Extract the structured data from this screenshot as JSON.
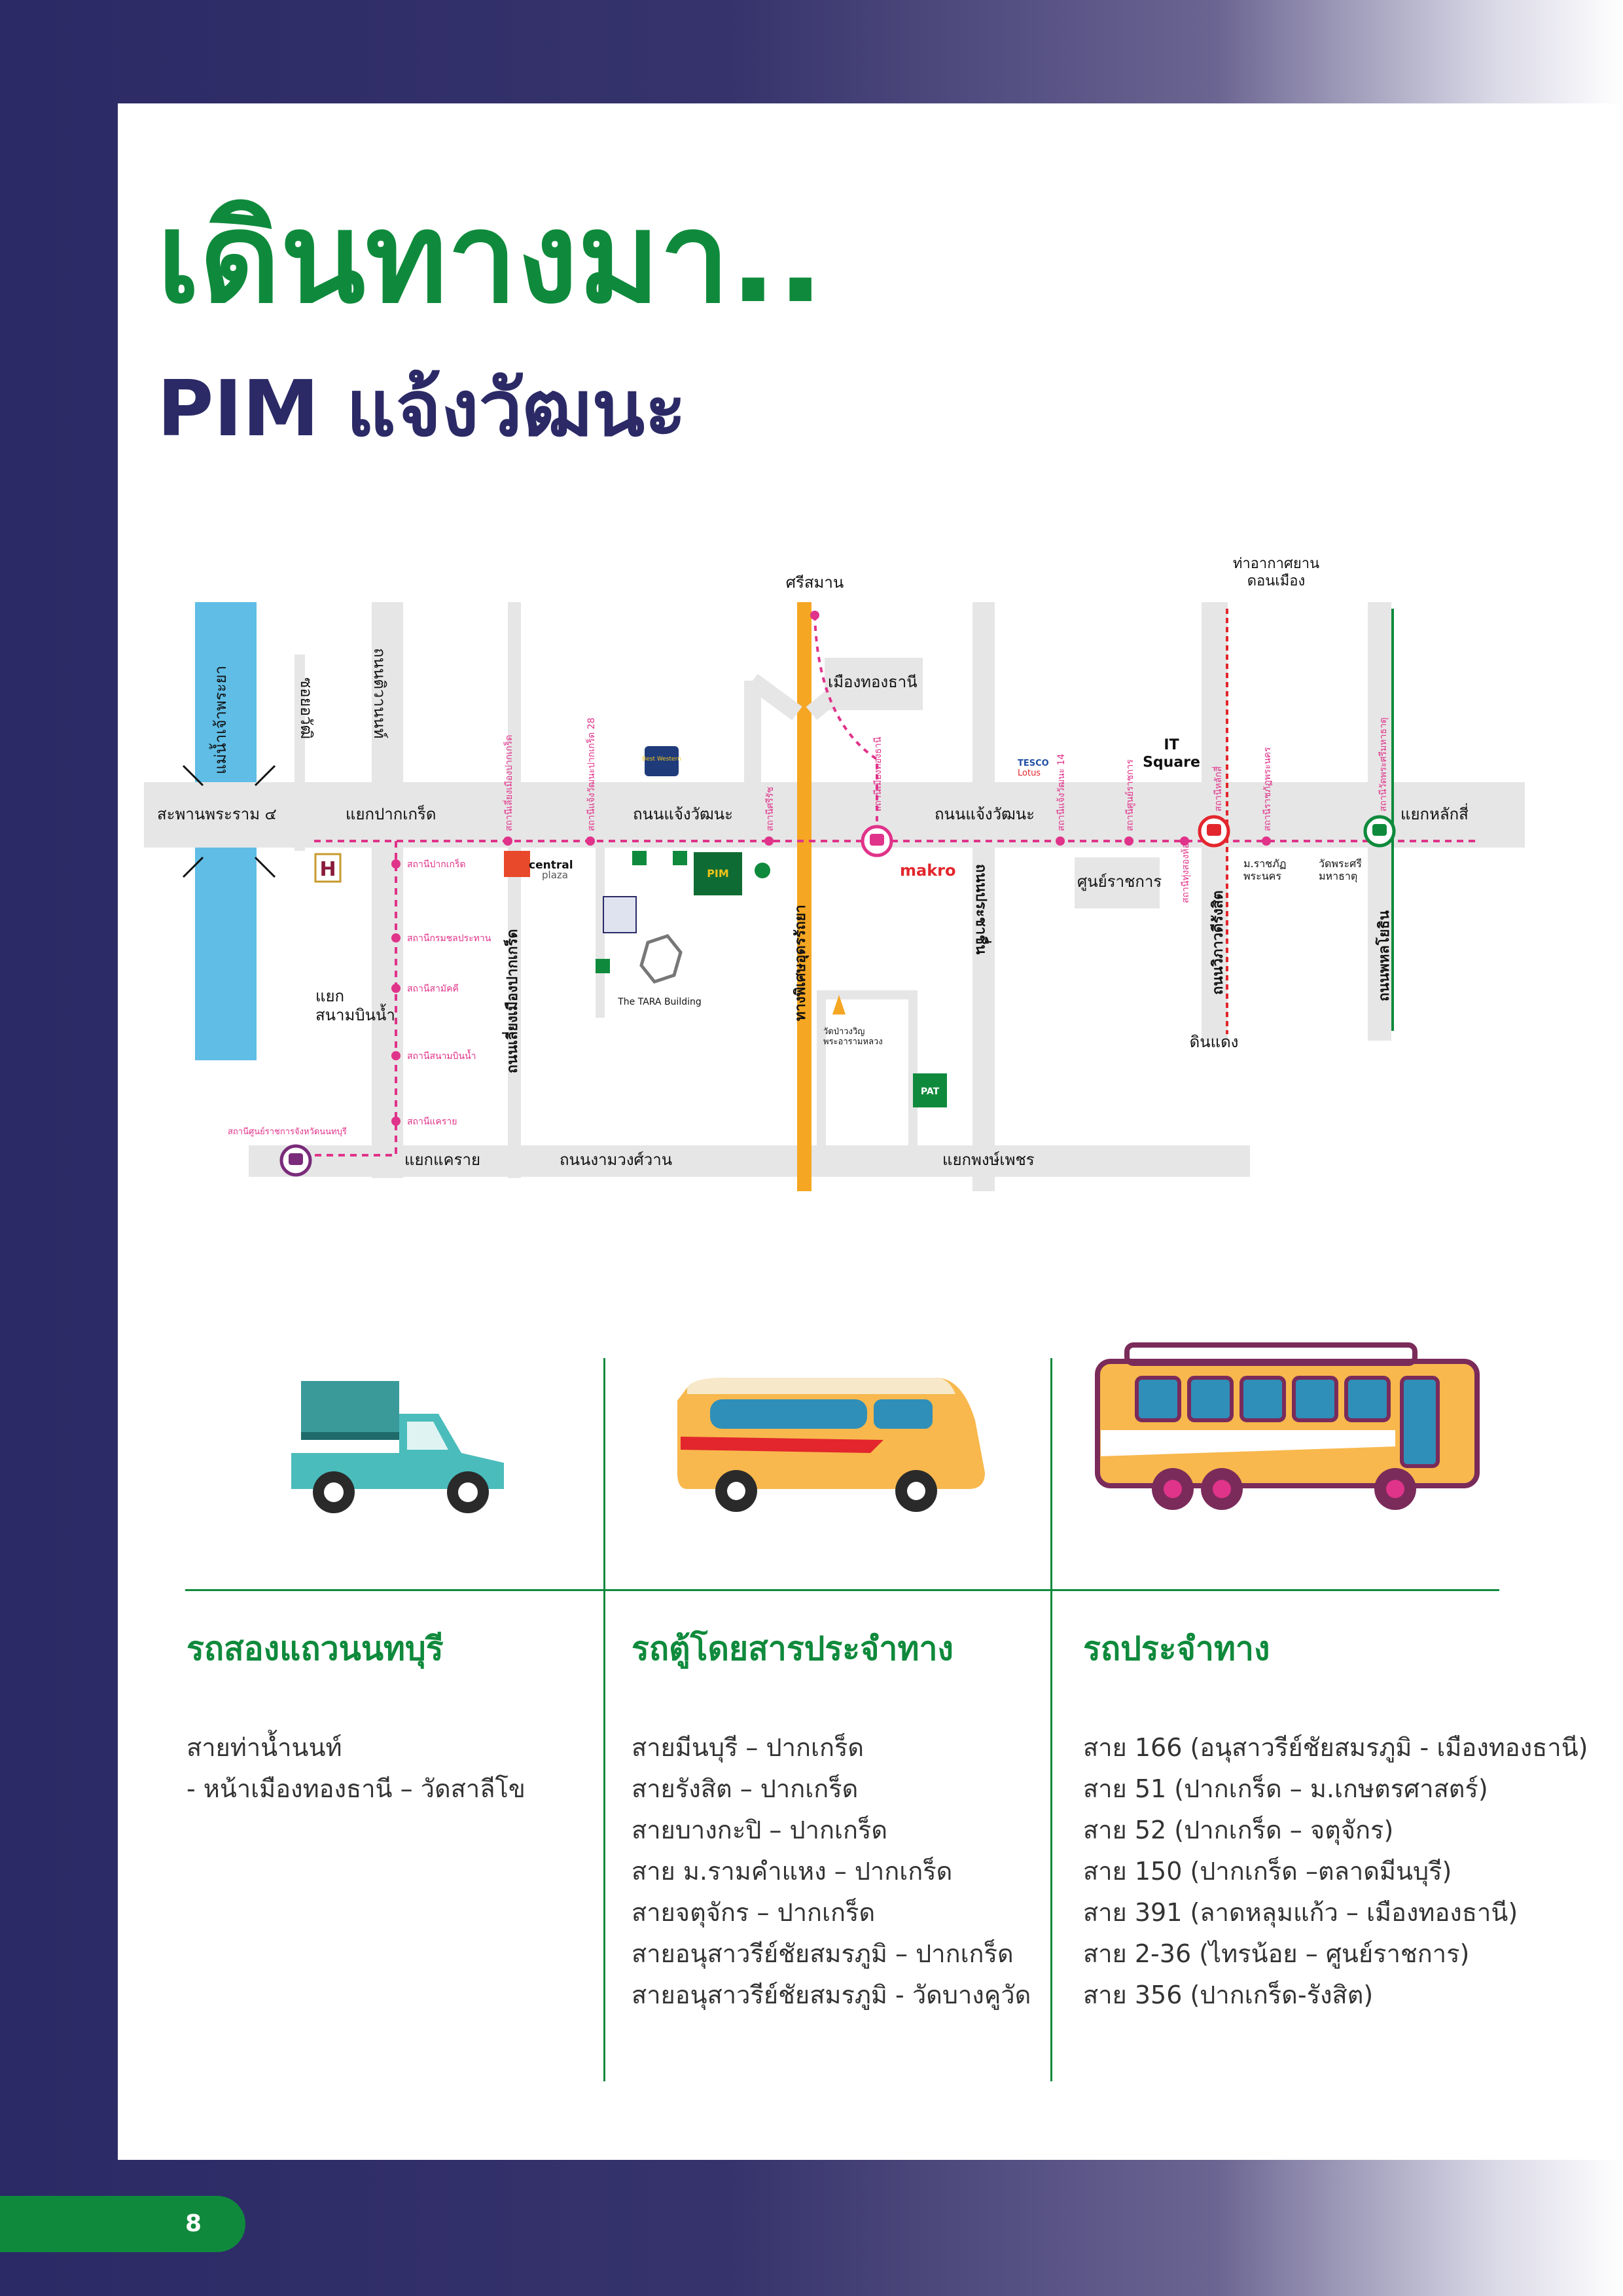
{
  "header": {
    "title": "เดินทางมา..",
    "subtitle": "PIM แจ้งวัฒนะ"
  },
  "map": {
    "river": "แม่น้ำเจ้าพระยา",
    "roads": {
      "bridge": "สะพานพระราม ๔",
      "soi_chom_sri": "ซอยอวัฒิ",
      "tiwanon": "ถนนติวานนท์",
      "pakkret_junction": "แยกปากเกร็ด",
      "chaeng_wattana_1": "ถนนแจ้งวัฒนะ",
      "chaeng_wattana_2": "ถนนแจ้งวัฒนะ",
      "lak_si_junction": "แยกหลักสี่",
      "sanambinnam_junction": "แยก\nสนามบินน้ำ",
      "lieng_mueang": "ถนนเลี่ยงเมืองปากเกร็ด",
      "pisit": "ทางพิเศษอุดรรัถยา",
      "prachachuen": "ถนนประชาชื่น",
      "vibhavadi": "ถนนวิภาวดีรังสิต",
      "phahon": "ถนนพหลโยธิน",
      "khae_rai_junction": "แยกแคราย",
      "ngamwongwan": "ถนนงามวงศ์วาน",
      "phong_phet_junction": "แยกพงษ์เพชร",
      "sri_saman": "ศรีสมาน",
      "airport": "ท่าอากาศยาน\nดอนเมือง",
      "din_daeng": "ดินแดง"
    },
    "places": {
      "muang_thong": "เมืองทองธานี",
      "it_square": "IT\nSquare",
      "govt_center": "ศูนย์ราชการ",
      "rajabhat": "ม.ราชภัฏ\nพระนคร",
      "wat": "วัดพระศรี\nมหาธาตุ",
      "tara": "The TARA Building",
      "wat_pa": "วัดป่าวงวิญ\nพระอารามหลวง",
      "central": "central",
      "central_sub": "plaza",
      "makro": "makro",
      "tesco": "TESCO",
      "tesco_sub": "Lotus",
      "pim": "PIM",
      "best_western": "Best Western",
      "pat": "PAT",
      "hotel": "H"
    },
    "stations": {
      "pakkret_circle": "สถานีเลี่ยงเมืองปากเกร็ด",
      "chaeng_28": "สถานีแจ้งวัฒนะปากเกร็ด 28",
      "sri_rat": "สถานีศรีรัช",
      "muang_thong": "สถานีเมืองทองธานี",
      "chaeng_14": "สถานีแจ้งวัฒนะ 14",
      "govt_center": "สถานีศูนย์ราชการ",
      "lak_si": "สถานีหลักสี่",
      "rajabhat": "สถานีราชภัฏพระนคร",
      "wat_phra_sri": "สถานีวัดพระศรีมหาธาตุ",
      "thung_song_hong": "สถานีทุ่งสองห้อง",
      "pakkret": "สถานีปากเกร็ด",
      "kromchon": "สถานีกรมชลประทาน",
      "sam_intersection": "สถานีสามัคคี",
      "sanambinnam": "สถานีสนามบินน้ำ",
      "khae_rai": "สถานีแคราย",
      "nonthaburi": "สถานีศูนย์ราชการจังหวัดนนทบุรี"
    },
    "colors": {
      "road": "#e6e6e6",
      "river": "#5fbde6",
      "expressway": "#f5a623",
      "pink_line": "#e0338a",
      "red_line": "#e3262d",
      "green_line": "#0f8a3c",
      "purple_line": "#7a2b7a"
    }
  },
  "transport": [
    {
      "title": "รถสองแถวนนทบุรี",
      "lines": [
        "สายท่าน้ำนนท์",
        "- หน้าเมืองทองธานี – วัดสาลีโข"
      ]
    },
    {
      "title": "รถตู้โดยสารประจำทาง",
      "lines": [
        "สายมีนบุรี – ปากเกร็ด",
        "สายรังสิต – ปากเกร็ด",
        "สายบางกะปิ – ปากเกร็ด",
        "สาย ม.รามคำแหง – ปากเกร็ด",
        "สายจตุจักร – ปากเกร็ด",
        "สายอนุสาวรีย์ชัยสมรภูมิ – ปากเกร็ด",
        "สายอนุสาวรีย์ชัยสมรภูมิ - วัดบางคูวัด"
      ]
    },
    {
      "title": "รถประจำทาง",
      "lines": [
        "สาย 166 (อนุสาวรีย์ชัยสมรภูมิ - เมืองทองธานี)",
        "สาย 51 (ปากเกร็ด – ม.เกษตรศาสตร์)",
        "สาย 52 (ปากเกร็ด – จตุจักร)",
        "สาย 150 (ปากเกร็ด –ตลาดมีนบุรี)",
        "สาย 391 (ลาดหลุมแก้ว – เมืองทองธานี)",
        "สาย 2-36 (ไทรน้อย – ศูนย์ราชการ)",
        "สาย 356 (ปากเกร็ด-รังสิต)"
      ]
    }
  ],
  "icons": {
    "songthaew": "pickup-truck-icon",
    "van": "van-icon",
    "bus": "bus-icon"
  },
  "footer": {
    "page_number": "8"
  }
}
